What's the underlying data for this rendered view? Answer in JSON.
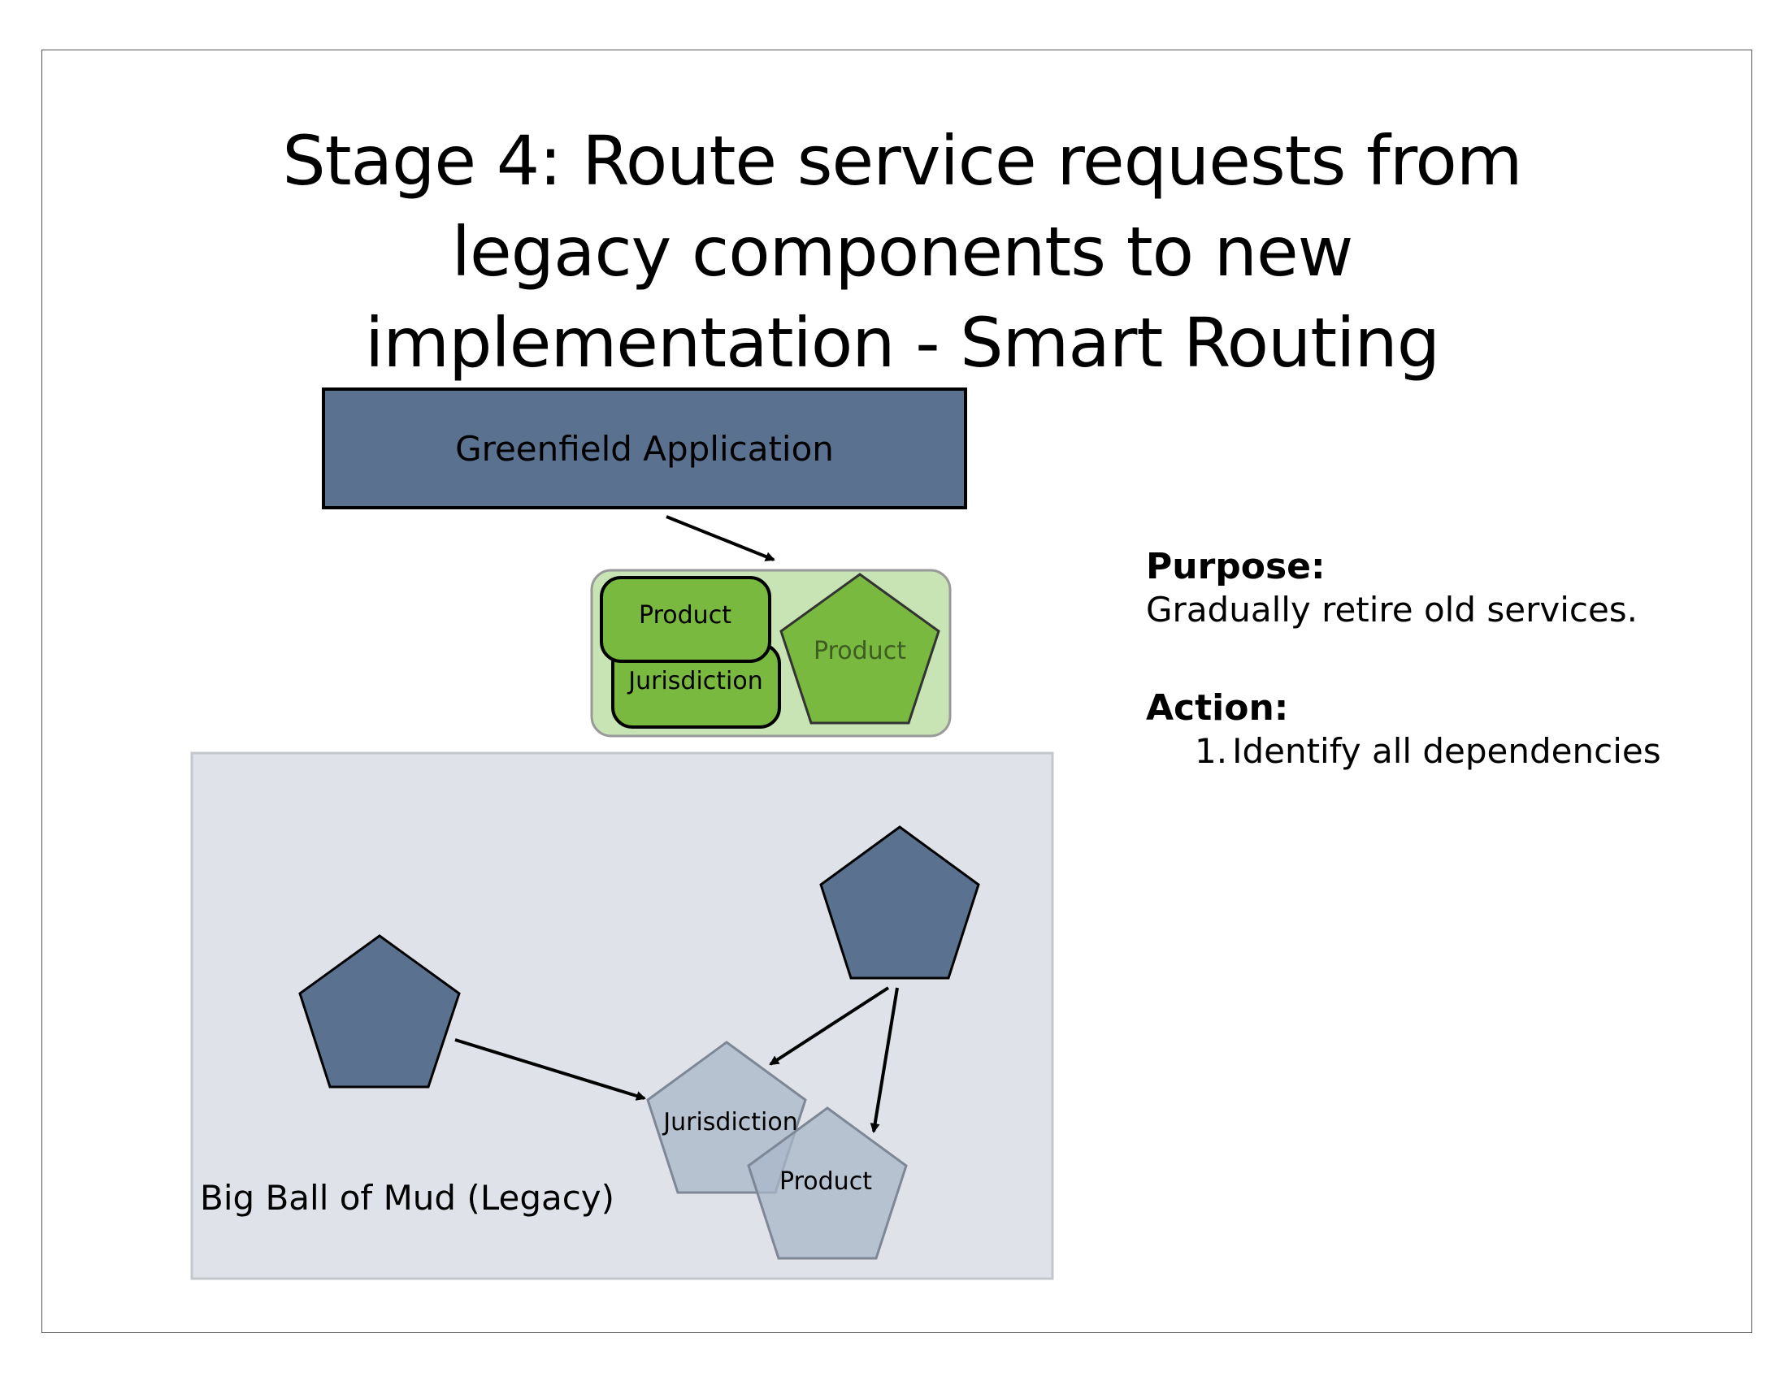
{
  "slide": {
    "title_lines": [
      "Stage 4: Route service requests from",
      "legacy components to new",
      "implementation - Smart Routing"
    ]
  },
  "diagram": {
    "greenfield_label": "Greenfield Application",
    "new_service": {
      "product_label": "Product",
      "jurisdiction_label": "Jurisdiction",
      "pentagon_label": "Product"
    },
    "legacy": {
      "label": "Big Ball of Mud (Legacy)",
      "jurisdiction_label": "Jurisdiction",
      "product_label": "Product"
    }
  },
  "info": {
    "purpose_heading": "Purpose:",
    "purpose_text": "Gradually retire old services.",
    "action_heading": "Action:",
    "actions": [
      {
        "num": "1.",
        "text": "Identify all dependencies"
      }
    ]
  },
  "colors": {
    "slate_blue": "#5a7290",
    "green_dark": "#79b93f",
    "green_light": "#c9e4b4",
    "legacy_bg": "#dfe3e9",
    "ghost_pentagon": "#a9b7c8"
  }
}
